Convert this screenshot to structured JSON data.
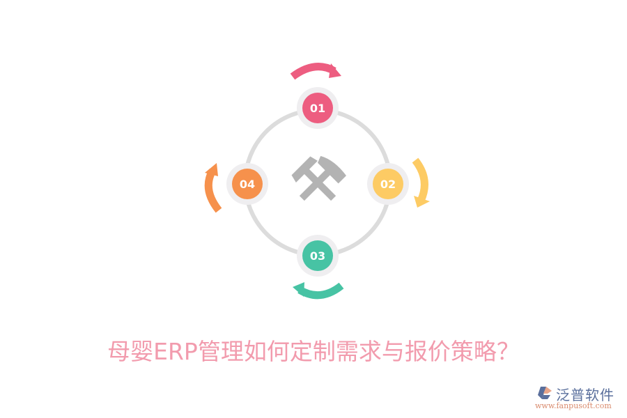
{
  "diagram": {
    "ring_color": "#dcdcdc",
    "node_outer_color": "#efeef0",
    "center_icon": "crossed-hammers-icon",
    "center_icon_color": "#b3b3b3",
    "nodes": [
      {
        "label": "01",
        "color": "#ed5d80",
        "arrow": "clockwise-arrow-top"
      },
      {
        "label": "02",
        "color": "#fdcb64",
        "arrow": "clockwise-arrow-right"
      },
      {
        "label": "03",
        "color": "#47c3a4",
        "arrow": "clockwise-arrow-bottom"
      },
      {
        "label": "04",
        "color": "#f6914c",
        "arrow": "clockwise-arrow-left"
      }
    ]
  },
  "title": "母婴ERP管理如何定制需求与报价策略？",
  "title_color": "#f29bad",
  "brand": {
    "name": "泛普软件",
    "url": "www.fanpusoft.com"
  }
}
